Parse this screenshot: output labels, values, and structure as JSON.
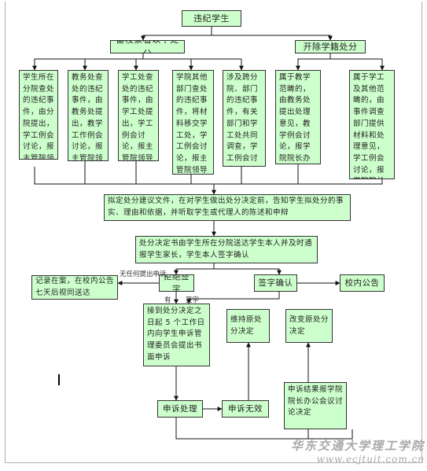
{
  "nodes": {
    "top": "违纪学生",
    "keep": "留校察看以下处分",
    "expel": "开除学籍处分",
    "c1": "学生所在分院查处的违纪事件，由分院提出，学工例会讨论，报主管院领导审批",
    "c2": "教务处查处的违纪事件，由教务处提出，教学工作例会讨论，报主管院领导审批",
    "c3": "学工处查处的违纪事件，由学工处提出，学工例会讨论，报主管院领导审批",
    "c4": "学院其他部门查处的违纪事件，将材料移交学工处，学工例会讨论，报主管院领导审批",
    "c5": "涉及跨分院、部门的违纪事件，有关部门和学工处共同调查，学工例会讨论，报主管院领导审批",
    "c6": "属于教学范畴的，由教务处提出处理意见，教学例会讨论，报学院院长办公会议审批",
    "c7": "属于学工及其他范畴的，由事件调查部门提供材料和处理意见，学工例会讨论，报学院院长办公会",
    "draft": "拟定处分建议文件，在对学生做出处分决定前，告知学生拟处分的事实、理由和依据，并听取学生或代理人的陈述和申辩",
    "deliver": "处分决定书由学生所在分院送达学生本人并及时通报学生家长，学生本人签字确认",
    "refuse": "拒绝签字",
    "record": "记录在案，在校内公告七天后视同送达",
    "confirm": "签字确认",
    "notice": "校内公告",
    "appeal_deadline": "接到处分决定之日起 5 个工作日内向学生申诉管理委员会提出书面申诉",
    "keep_original": "维持原处分决定",
    "change_original": "改变原处分决定",
    "appeal_process": "申诉处理",
    "appeal_invalid": "申诉无效",
    "report_office": "申诉结果报学院院长办公会议讨论决定"
  },
  "labels": {
    "no_appeal": "无任何提出申诉",
    "has_appeal": "有",
    "signed": "签字"
  },
  "watermark": {
    "name": "华东交通大学理工学院",
    "url": "www.ecjtuit.com.cn"
  }
}
